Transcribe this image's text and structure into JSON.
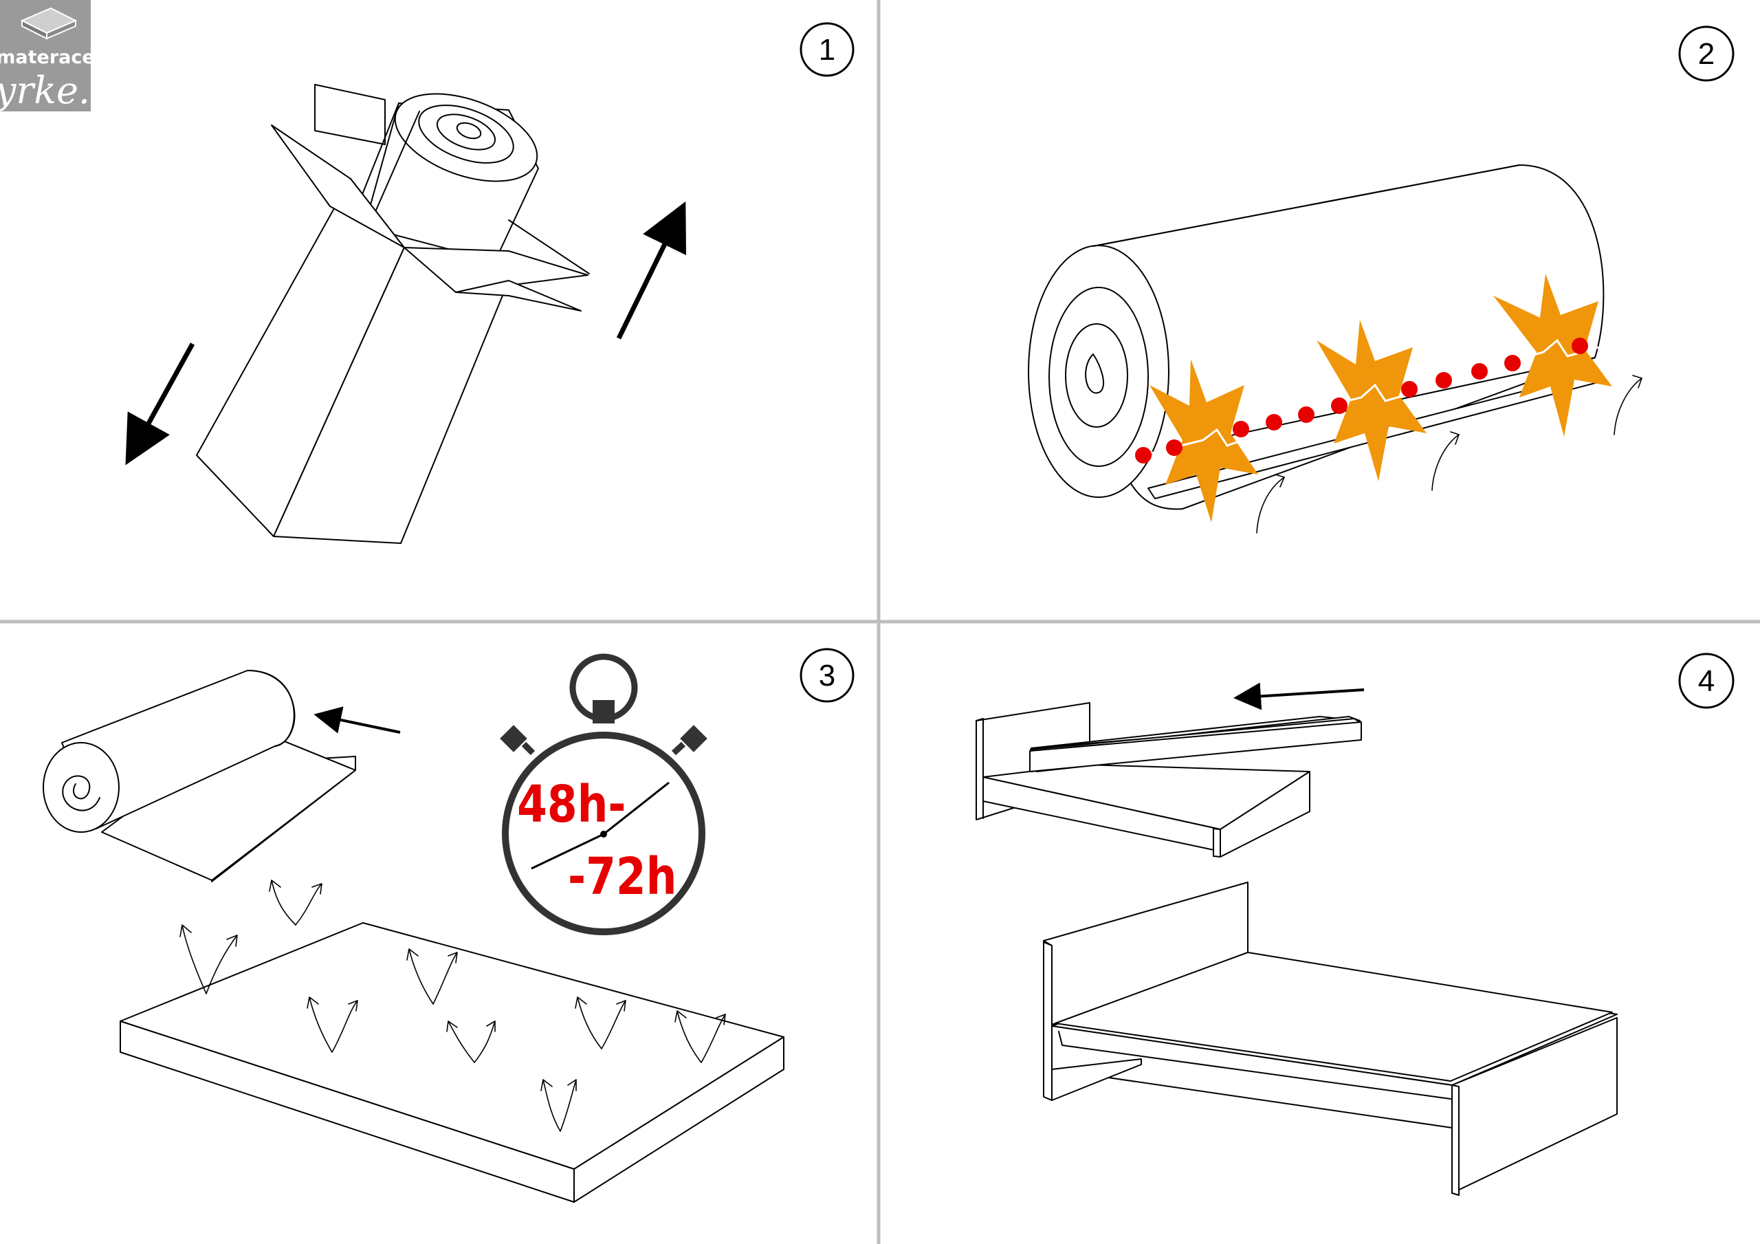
{
  "logo": {
    "line1": "materace",
    "line2": "yrke.",
    "background": "#9a9a9a"
  },
  "steps": [
    {
      "number": "1",
      "icon": "box-unpack-icon"
    },
    {
      "number": "2",
      "icon": "cut-wrap-icon"
    },
    {
      "number": "3",
      "icon": "unroll-wait-icon"
    },
    {
      "number": "4",
      "icon": "place-on-bed-icon"
    }
  ],
  "timer": {
    "from": "48h-",
    "to": "-72h",
    "color": "#e60000"
  },
  "colors": {
    "divider": "#bdbdbd",
    "cut_star": "#f0960a",
    "cut_dots": "#e60000"
  }
}
